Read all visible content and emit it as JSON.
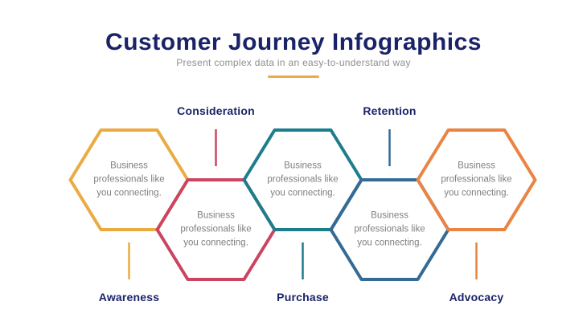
{
  "page": {
    "title": "Customer Journey Infographics",
    "subtitle": "Present complex data in an easy-to-understand way",
    "background_color": "#FFFFFF",
    "title_color": "#1B2368",
    "subtitle_color": "#8E8E8E",
    "divider_color": "#EAAB43",
    "hexagon_body_color": "#7F7F7F",
    "stage_label_color": "#1B2368"
  },
  "hexagon_text_lines": [
    "Business",
    "professionals like",
    "you connecting."
  ],
  "stages": [
    {
      "label": "Awareness",
      "color": "#EAAB43",
      "row": "upper",
      "label_position": "bottom"
    },
    {
      "label": "Consideration",
      "color": "#CB4560",
      "row": "lower",
      "label_position": "top"
    },
    {
      "label": "Purchase",
      "color": "#1E7D8C",
      "row": "upper",
      "label_position": "bottom"
    },
    {
      "label": "Retention",
      "color": "#336B96",
      "row": "lower",
      "label_position": "top"
    },
    {
      "label": "Advocacy",
      "color": "#E98442",
      "row": "upper",
      "label_position": "bottom"
    }
  ]
}
